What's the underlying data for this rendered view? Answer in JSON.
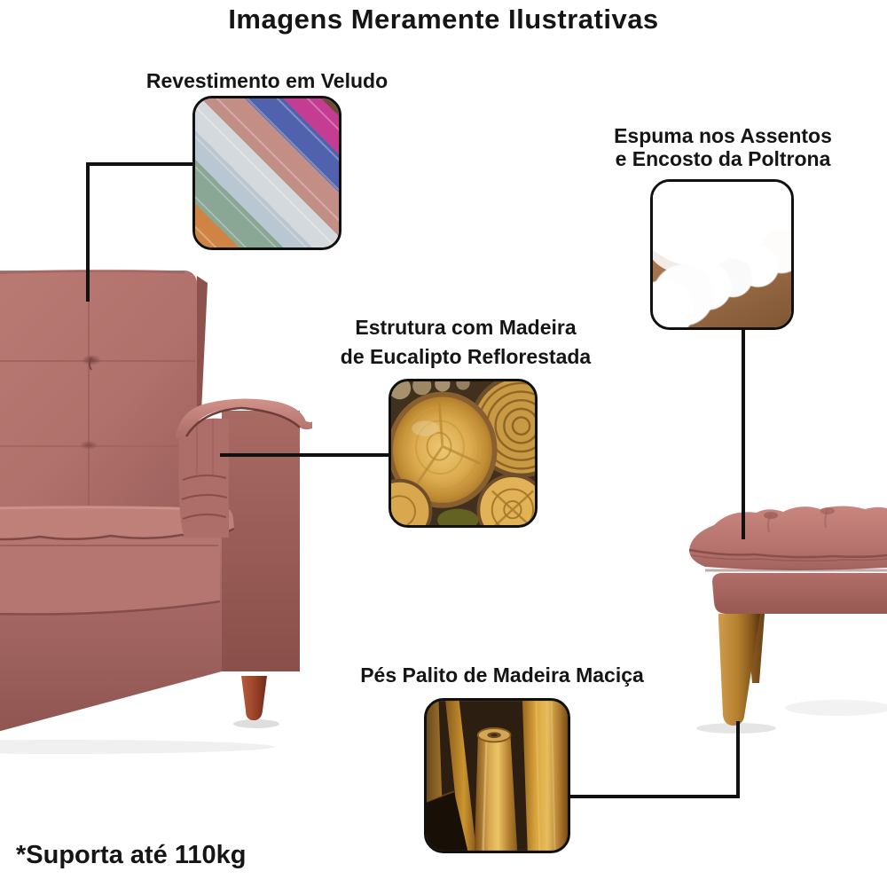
{
  "title": "Imagens Meramente Ilustrativas",
  "footnote": "*Suporta até 110kg",
  "callouts": {
    "velvet": {
      "label": "Revestimento em Veludo"
    },
    "foam": {
      "line1": "Espuma nos Assentos",
      "line2": "e Encosto da Poltrona"
    },
    "wood": {
      "line1": "Estrutura com Madeira",
      "line2": "de Eucalipto Reflorestada"
    },
    "legs": {
      "label": "Pés Palito de Madeira Maciça"
    }
  },
  "images": {
    "velvet_swatches": "velvet-fabric-swatches-photo",
    "foam": "white-foam-fiber-photo",
    "wood_logs": "eucalyptus-logs-photo",
    "wood_sticks": "solid-wood-stick-legs-photo",
    "armchair": "pink-velvet-armchair-photo",
    "ottoman": "pink-velvet-ottoman-photo"
  },
  "colors": {
    "background": "#ffffff",
    "text": "#151515",
    "connector_line": "#111111",
    "photo_border": "#101010",
    "chair_pink": "#b4736e",
    "chair_pink_light": "#cb8b84",
    "chair_pink_dark": "#8f5350",
    "chair_leg_brown": "#9c4529",
    "ottoman_leg_wood": "#b5812f"
  }
}
